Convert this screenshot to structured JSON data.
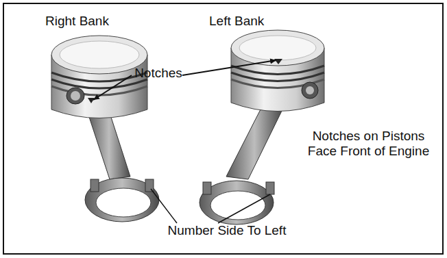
{
  "diagram": {
    "labels": [
      "Right Bank",
      "Left Bank",
      "Notches",
      "Notches on Pistons Face Front of Engine",
      "Number Side To Left"
    ]
  }
}
